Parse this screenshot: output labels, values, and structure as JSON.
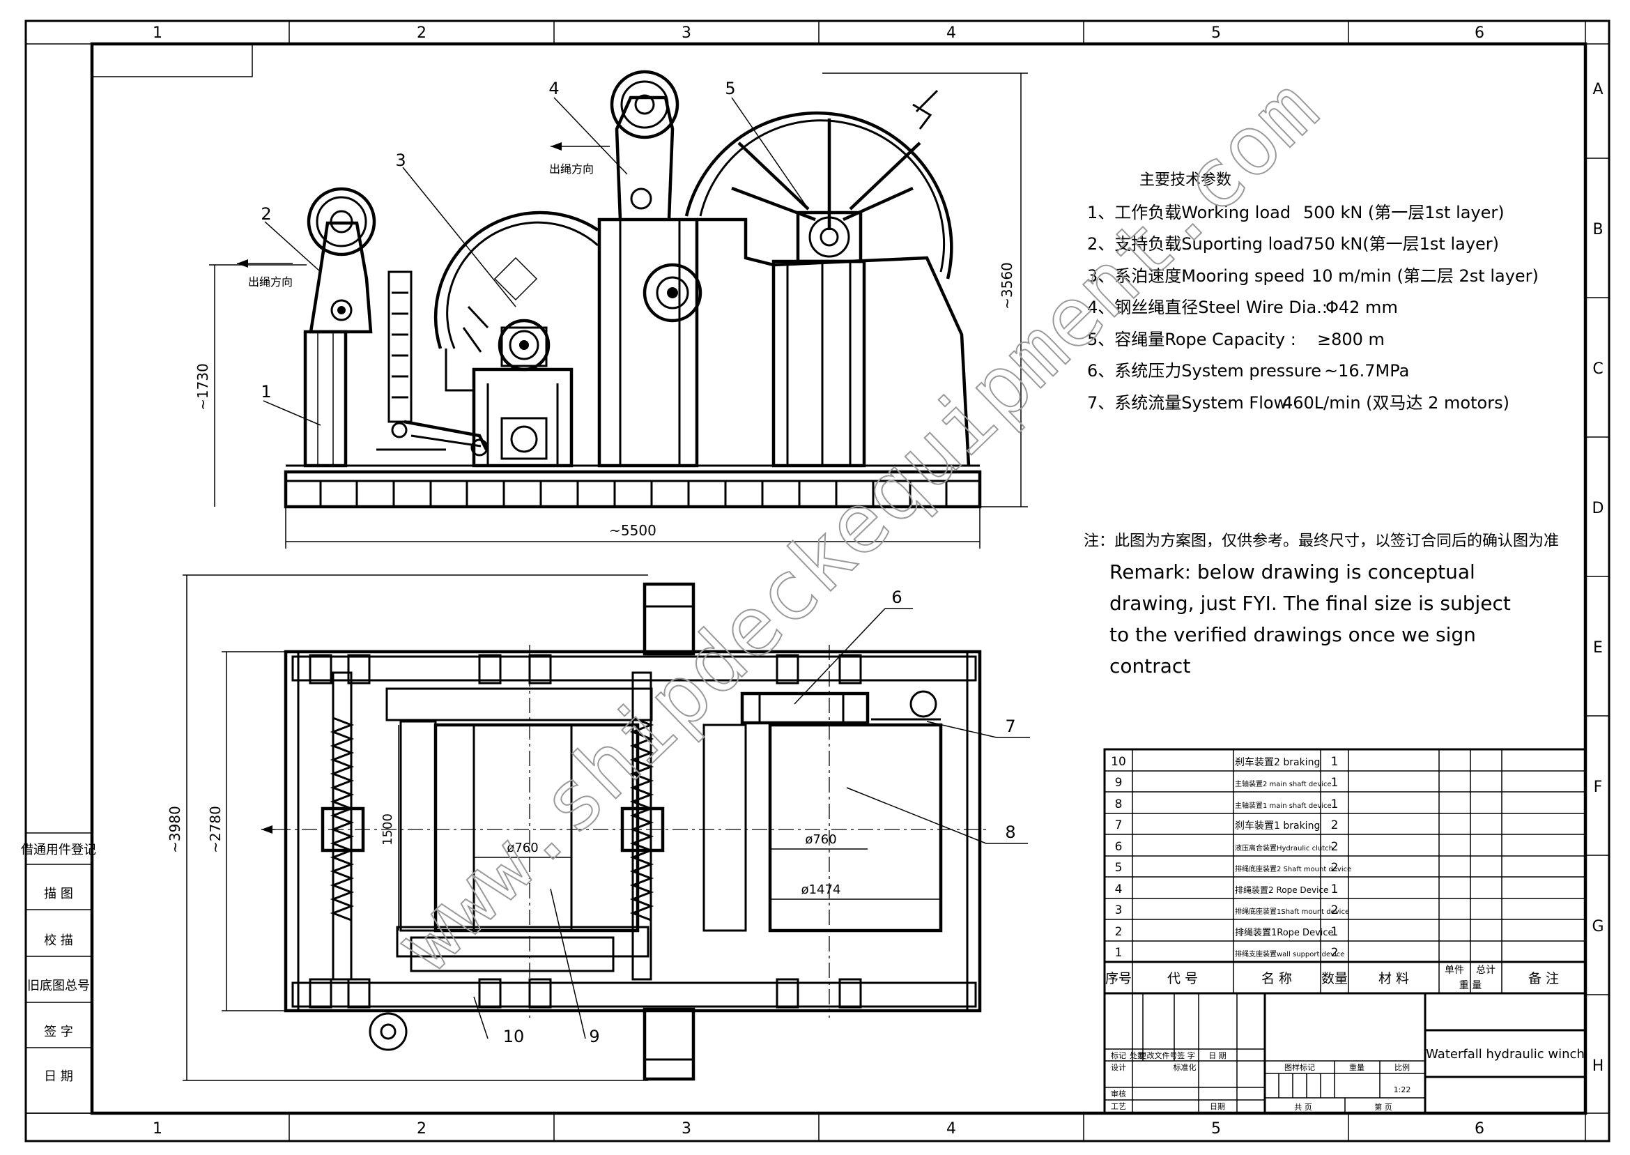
{
  "grid": {
    "cols": [
      "1",
      "2",
      "3",
      "4",
      "5",
      "6"
    ],
    "rows": [
      "A",
      "B",
      "C",
      "D",
      "E",
      "F",
      "G",
      "H"
    ]
  },
  "side_labels": [
    "借通用件登记",
    "描 图",
    "校 描",
    "旧底图总号",
    "签 字",
    "日 期"
  ],
  "elevation": {
    "callouts": [
      "1",
      "2",
      "3",
      "4",
      "5"
    ],
    "rope_dir_left": "出绳方向",
    "rope_dir_right": "出绳方向",
    "dim_length": "~5500",
    "dim_height_left": "~1730",
    "dim_height_right": "~3560"
  },
  "plan": {
    "callouts": [
      "6",
      "7",
      "8",
      "9",
      "10"
    ],
    "dim_3980": "~3980",
    "dim_2780": "~2780",
    "dim_1500": "1500",
    "dim_d760_left": "ø760",
    "dim_d760_right": "ø760",
    "dim_d1474": "ø1474"
  },
  "specs": {
    "heading": "主要技术参数",
    "lines": [
      {
        "label": "1、工作负载Working load",
        "value": "500  kN (第一层1st layer)"
      },
      {
        "label": "2、支持负载Suporting load",
        "value": "750  kN(第一层1st layer)"
      },
      {
        "label": "3、系泊速度Mooring speed",
        "value": "10 m/min (第二层 2st layer)"
      },
      {
        "label": "4、钢丝绳直径Steel Wire Dia.:",
        "value": "Φ42  mm"
      },
      {
        "label": "5、容绳量Rope Capacity :",
        "value": "≥800  m"
      },
      {
        "label": "6、系统压力System pressure",
        "value": "~16.7MPa"
      },
      {
        "label": "7、系统流量System Flow",
        "value": "460L/min (双马达 2 motors)"
      }
    ]
  },
  "note": {
    "cn": "注：此图为方案图，仅供参考。最终尺寸，以签订合同后的确认图为准",
    "en": [
      "Remark: below drawing is conceptual",
      "drawing, just FYI. The final size is subject",
      "to the verified drawings once we sign",
      "contract"
    ]
  },
  "parts": {
    "rows": [
      {
        "no": "10",
        "name": "刹车装置2 braking",
        "qty": "1"
      },
      {
        "no": "9",
        "name": "主轴装置2 main shaft device",
        "qty": "1"
      },
      {
        "no": "8",
        "name": "主轴装置1 main shaft device",
        "qty": "1"
      },
      {
        "no": "7",
        "name": "刹车装置1 braking",
        "qty": "2"
      },
      {
        "no": "6",
        "name": "液压离合装置Hydraulic clutch",
        "qty": "2"
      },
      {
        "no": "5",
        "name": "排绳底座装置2 Shaft mount device",
        "qty": "2"
      },
      {
        "no": "4",
        "name": "排绳装置2 Rope Device",
        "qty": "1"
      },
      {
        "no": "3",
        "name": "排绳底座装置1Shaft mount device",
        "qty": "2"
      },
      {
        "no": "2",
        "name": "排绳装置1Rope Device",
        "qty": "1"
      },
      {
        "no": "1",
        "name": "排绳支座装置wall support device",
        "qty": "2"
      }
    ],
    "headers": {
      "no": "序号",
      "code": "代 号",
      "name": "名 称",
      "qty": "数量",
      "material": "材 料",
      "unit": "单件",
      "total": "总计",
      "weight": "重 量",
      "remark": "备 注"
    }
  },
  "title_block": {
    "title": "Waterfall hydraulic winch",
    "mark_row": [
      "标记",
      "处数",
      "更改文件号",
      "签 字",
      "日 期"
    ],
    "design": "设计",
    "standard": "标准化",
    "review": "审核",
    "process": "工艺",
    "date": "日期",
    "drawing_mark": "图样标记",
    "weight": "重量",
    "scale": "比例",
    "scale_value": "1:22",
    "total_sheets": "共 页",
    "sheet_no": "第 页"
  },
  "watermark": "www.shipdeckequipment.com"
}
